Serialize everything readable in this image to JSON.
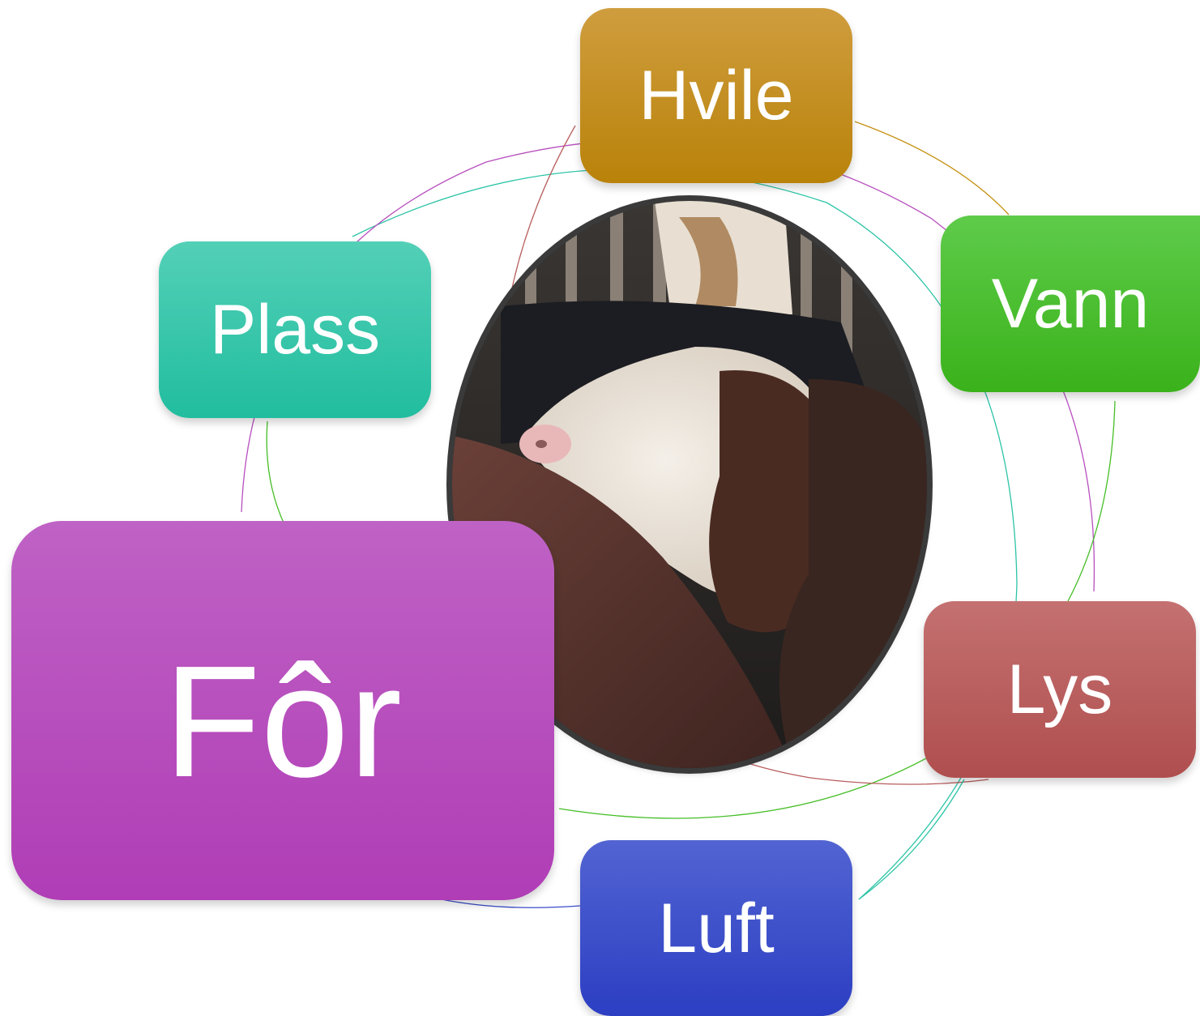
{
  "diagram": {
    "photo": {
      "description": ""
    },
    "nodes": [
      {
        "id": "hvile",
        "label": "Hvile",
        "color": "#c4900f"
      },
      {
        "id": "vann",
        "label": "Vann",
        "color": "#45be26"
      },
      {
        "id": "lys",
        "label": "Lys",
        "color": "#b95d5d"
      },
      {
        "id": "luft",
        "label": "Luft",
        "color": "#3a4cc8"
      },
      {
        "id": "for",
        "label": "Fôr",
        "color": "#b74fbe"
      },
      {
        "id": "plass",
        "label": "Plass",
        "color": "#2cc4a6"
      }
    ]
  }
}
